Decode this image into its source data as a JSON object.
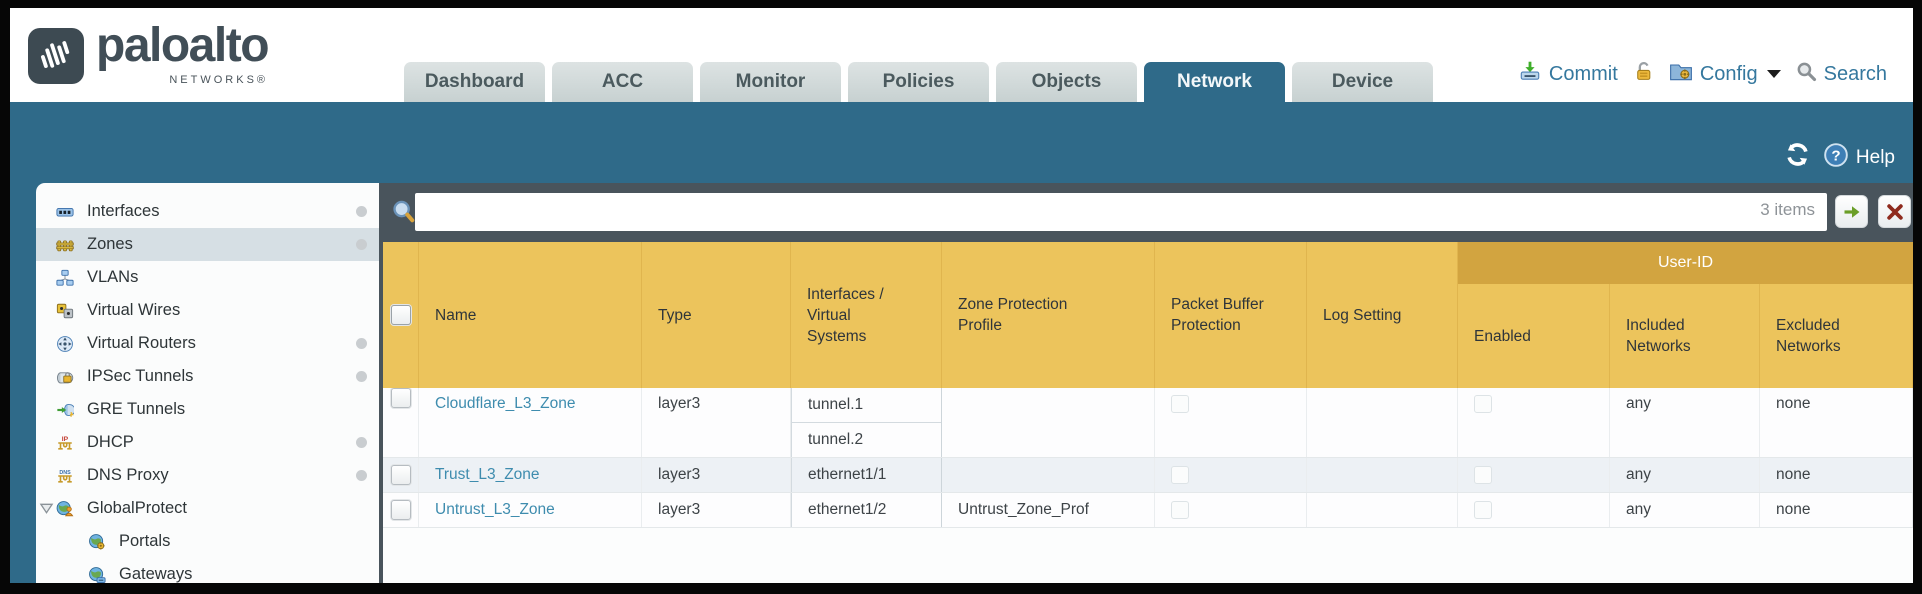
{
  "header": {
    "logo": {
      "brand": "paloalto",
      "sub": "NETWORKS®"
    },
    "tabs": [
      {
        "label": "Dashboard",
        "active": false
      },
      {
        "label": "ACC",
        "active": false
      },
      {
        "label": "Monitor",
        "active": false
      },
      {
        "label": "Policies",
        "active": false
      },
      {
        "label": "Objects",
        "active": false
      },
      {
        "label": "Network",
        "active": true
      },
      {
        "label": "Device",
        "active": false
      }
    ],
    "actions": {
      "commit": "Commit",
      "config": "Config",
      "search": "Search"
    }
  },
  "banner": {
    "help": "Help"
  },
  "sidebar": {
    "items": [
      {
        "label": "Interfaces",
        "icon": "interfaces-icon",
        "notification_dot": true,
        "selected": false
      },
      {
        "label": "Zones",
        "icon": "zones-icon",
        "notification_dot": true,
        "selected": true
      },
      {
        "label": "VLANs",
        "icon": "vlans-icon",
        "notification_dot": false,
        "selected": false
      },
      {
        "label": "Virtual Wires",
        "icon": "virtual-wires-icon",
        "notification_dot": false,
        "selected": false
      },
      {
        "label": "Virtual Routers",
        "icon": "virtual-routers-icon",
        "notification_dot": true,
        "selected": false
      },
      {
        "label": "IPSec Tunnels",
        "icon": "ipsec-tunnels-icon",
        "notification_dot": true,
        "selected": false
      },
      {
        "label": "GRE Tunnels",
        "icon": "gre-tunnels-icon",
        "notification_dot": false,
        "selected": false
      },
      {
        "label": "DHCP",
        "icon": "dhcp-icon",
        "notification_dot": true,
        "selected": false
      },
      {
        "label": "DNS Proxy",
        "icon": "dns-proxy-icon",
        "notification_dot": true,
        "selected": false
      },
      {
        "label": "GlobalProtect",
        "icon": "globalprotect-icon",
        "expanded": true,
        "notification_dot": false,
        "selected": false
      },
      {
        "label": "Portals",
        "icon": "portals-icon",
        "child": true,
        "notification_dot": false,
        "selected": false
      },
      {
        "label": "Gateways",
        "icon": "gateways-icon",
        "child": true,
        "notification_dot": false,
        "selected": false
      }
    ]
  },
  "filter_bar": {
    "value": "",
    "count": "3 items"
  },
  "table": {
    "group_header": "User-ID",
    "columns": [
      {
        "label": ""
      },
      {
        "label": "Name"
      },
      {
        "label": "Type"
      },
      {
        "label": "Interfaces /\nVirtual\nSystems"
      },
      {
        "label": "Zone Protection\nProfile"
      },
      {
        "label": "Packet Buffer\nProtection"
      },
      {
        "label": "Log Setting"
      },
      {
        "label": "Enabled",
        "group": "User-ID"
      },
      {
        "label": "Included\nNetworks",
        "group": "User-ID"
      },
      {
        "label": "Excluded\nNetworks",
        "group": "User-ID"
      }
    ],
    "rows": [
      {
        "name": "Cloudflare_L3_Zone",
        "type": "layer3",
        "interfaces": [
          "tunnel.1",
          "tunnel.2"
        ],
        "zone_protection_profile": "",
        "packet_buffer_protection": false,
        "log_setting": "",
        "user_id_enabled": false,
        "included_networks": "any",
        "excluded_networks": "none"
      },
      {
        "name": "Trust_L3_Zone",
        "type": "layer3",
        "interfaces": [
          "ethernet1/1"
        ],
        "zone_protection_profile": "",
        "packet_buffer_protection": false,
        "log_setting": "",
        "user_id_enabled": false,
        "included_networks": "any",
        "excluded_networks": "none"
      },
      {
        "name": "Untrust_L3_Zone",
        "type": "layer3",
        "interfaces": [
          "ethernet1/2"
        ],
        "zone_protection_profile": "Untrust_Zone_Prof",
        "packet_buffer_protection": false,
        "log_setting": "",
        "user_id_enabled": false,
        "included_networks": "any",
        "excluded_networks": "none"
      }
    ]
  },
  "colors": {
    "brand_teal": "#2f6a89",
    "header_gold": "#ecc45c",
    "group_gold": "#d2a440",
    "link_blue": "#3e8cae",
    "action_blue": "#35789e",
    "filter_bar_slate": "#49545c",
    "selected_item": "#d6dfe4",
    "alt_row": "#edf1f5"
  }
}
